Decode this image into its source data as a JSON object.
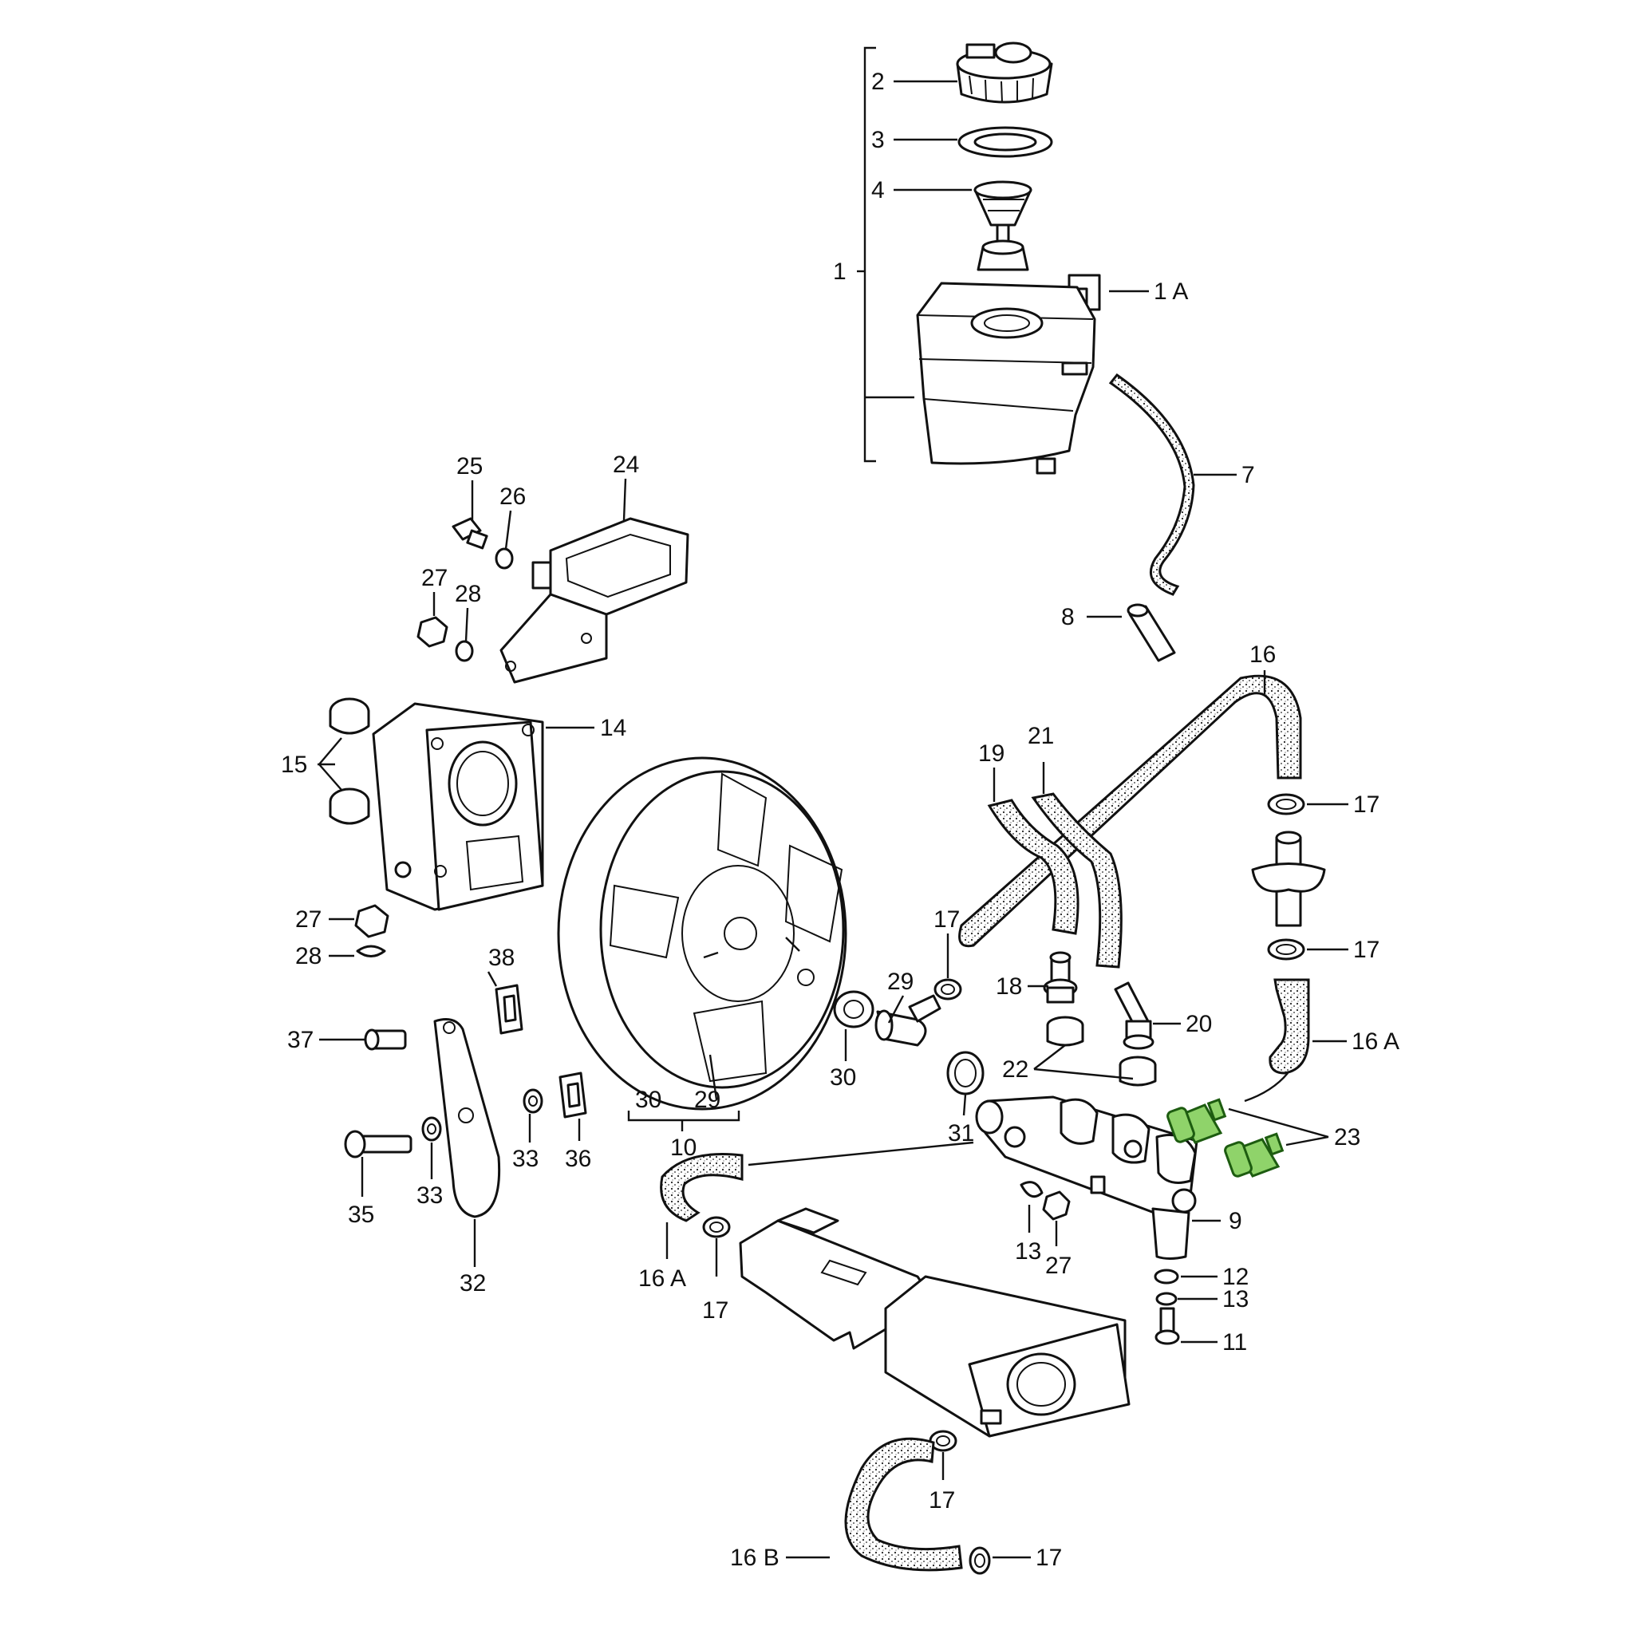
{
  "diagram": {
    "accent_color": "#8fd36a",
    "labels": {
      "l1": "1",
      "l1a": "1 A",
      "l2": "2",
      "l3": "3",
      "l4": "4",
      "l7": "7",
      "l8": "8",
      "l9": "9",
      "l10": "10",
      "l11": "11",
      "l12": "12",
      "l13a": "13",
      "l13b": "13",
      "l14": "14",
      "l15": "15",
      "l16": "16",
      "l16a_r": "16 A",
      "l16a_l": "16 A",
      "l16b": "16 B",
      "l17a": "17",
      "l17b": "17",
      "l17c": "17",
      "l17d": "17",
      "l17e": "17",
      "l17f": "17",
      "l18": "18",
      "l19": "19",
      "l20": "20",
      "l21": "21",
      "l22": "22",
      "l23": "23",
      "l24": "24",
      "l25": "25",
      "l26": "26",
      "l27a": "27",
      "l27b": "27",
      "l27c": "27",
      "l28a": "28",
      "l28b": "28",
      "l29a": "29",
      "l29b": "29",
      "l30a": "30",
      "l30b": "30",
      "l31": "31",
      "l32": "32",
      "l33a": "33",
      "l33b": "33",
      "l35": "35",
      "l36": "36",
      "l37": "37",
      "l38": "38"
    }
  }
}
